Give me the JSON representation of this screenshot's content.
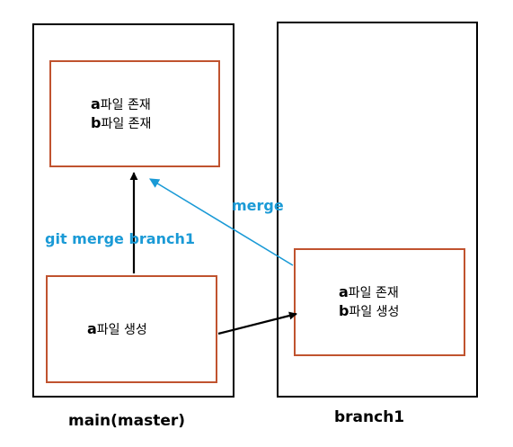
{
  "panels": {
    "main": {
      "label": "main(master)"
    },
    "branch": {
      "label": "branch1"
    }
  },
  "boxes": {
    "merged": {
      "lines": [
        {
          "letter": "a",
          "text": "파일 존재"
        },
        {
          "letter": "b",
          "text": "파일 존재"
        }
      ]
    },
    "a_created": {
      "lines": [
        {
          "letter": "a",
          "text": "파일 생성"
        }
      ]
    },
    "branch": {
      "lines": [
        {
          "letter": "a",
          "text": "파일 존재"
        },
        {
          "letter": "b",
          "text": "파일 생성"
        }
      ]
    }
  },
  "arrows": {
    "git_merge_label": "git merge branch1",
    "merge_label": "merge"
  },
  "colors": {
    "box_border": "#c0532f",
    "merge_blue": "#1a9ad6",
    "black": "#000000"
  }
}
